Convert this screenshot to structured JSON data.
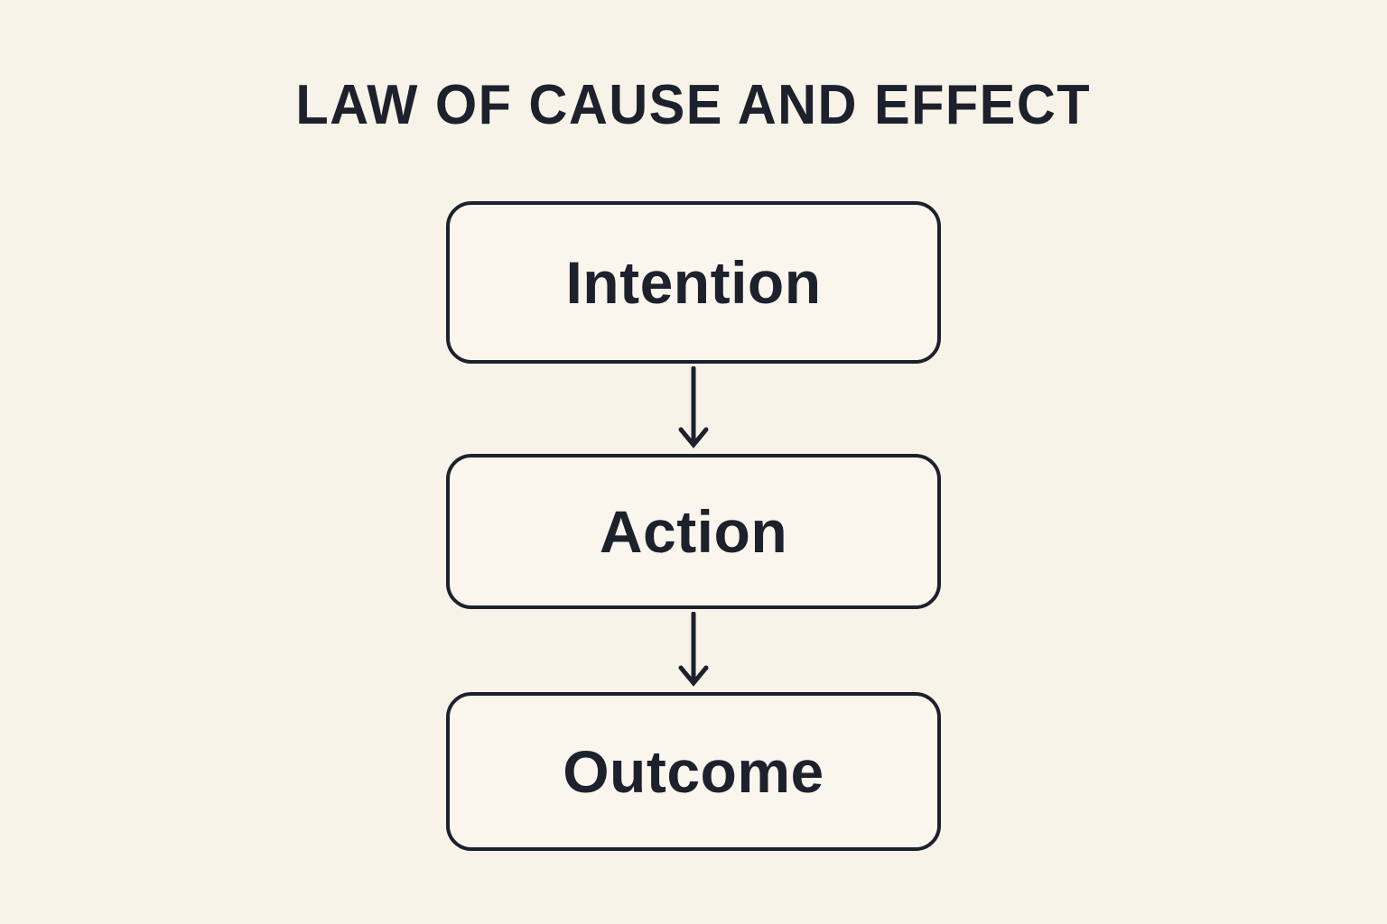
{
  "diagram": {
    "title": "LAW OF CAUSE AND EFFECT",
    "nodes": [
      {
        "id": "intention",
        "label": "Intention"
      },
      {
        "id": "action",
        "label": "Action"
      },
      {
        "id": "outcome",
        "label": "Outcome"
      }
    ],
    "edges": [
      {
        "from": "intention",
        "to": "action"
      },
      {
        "from": "action",
        "to": "outcome"
      }
    ],
    "colors": {
      "background": "#f8f3e9",
      "box_fill": "#faf6ee",
      "stroke": "#1d212c",
      "text": "#1d212c"
    }
  }
}
